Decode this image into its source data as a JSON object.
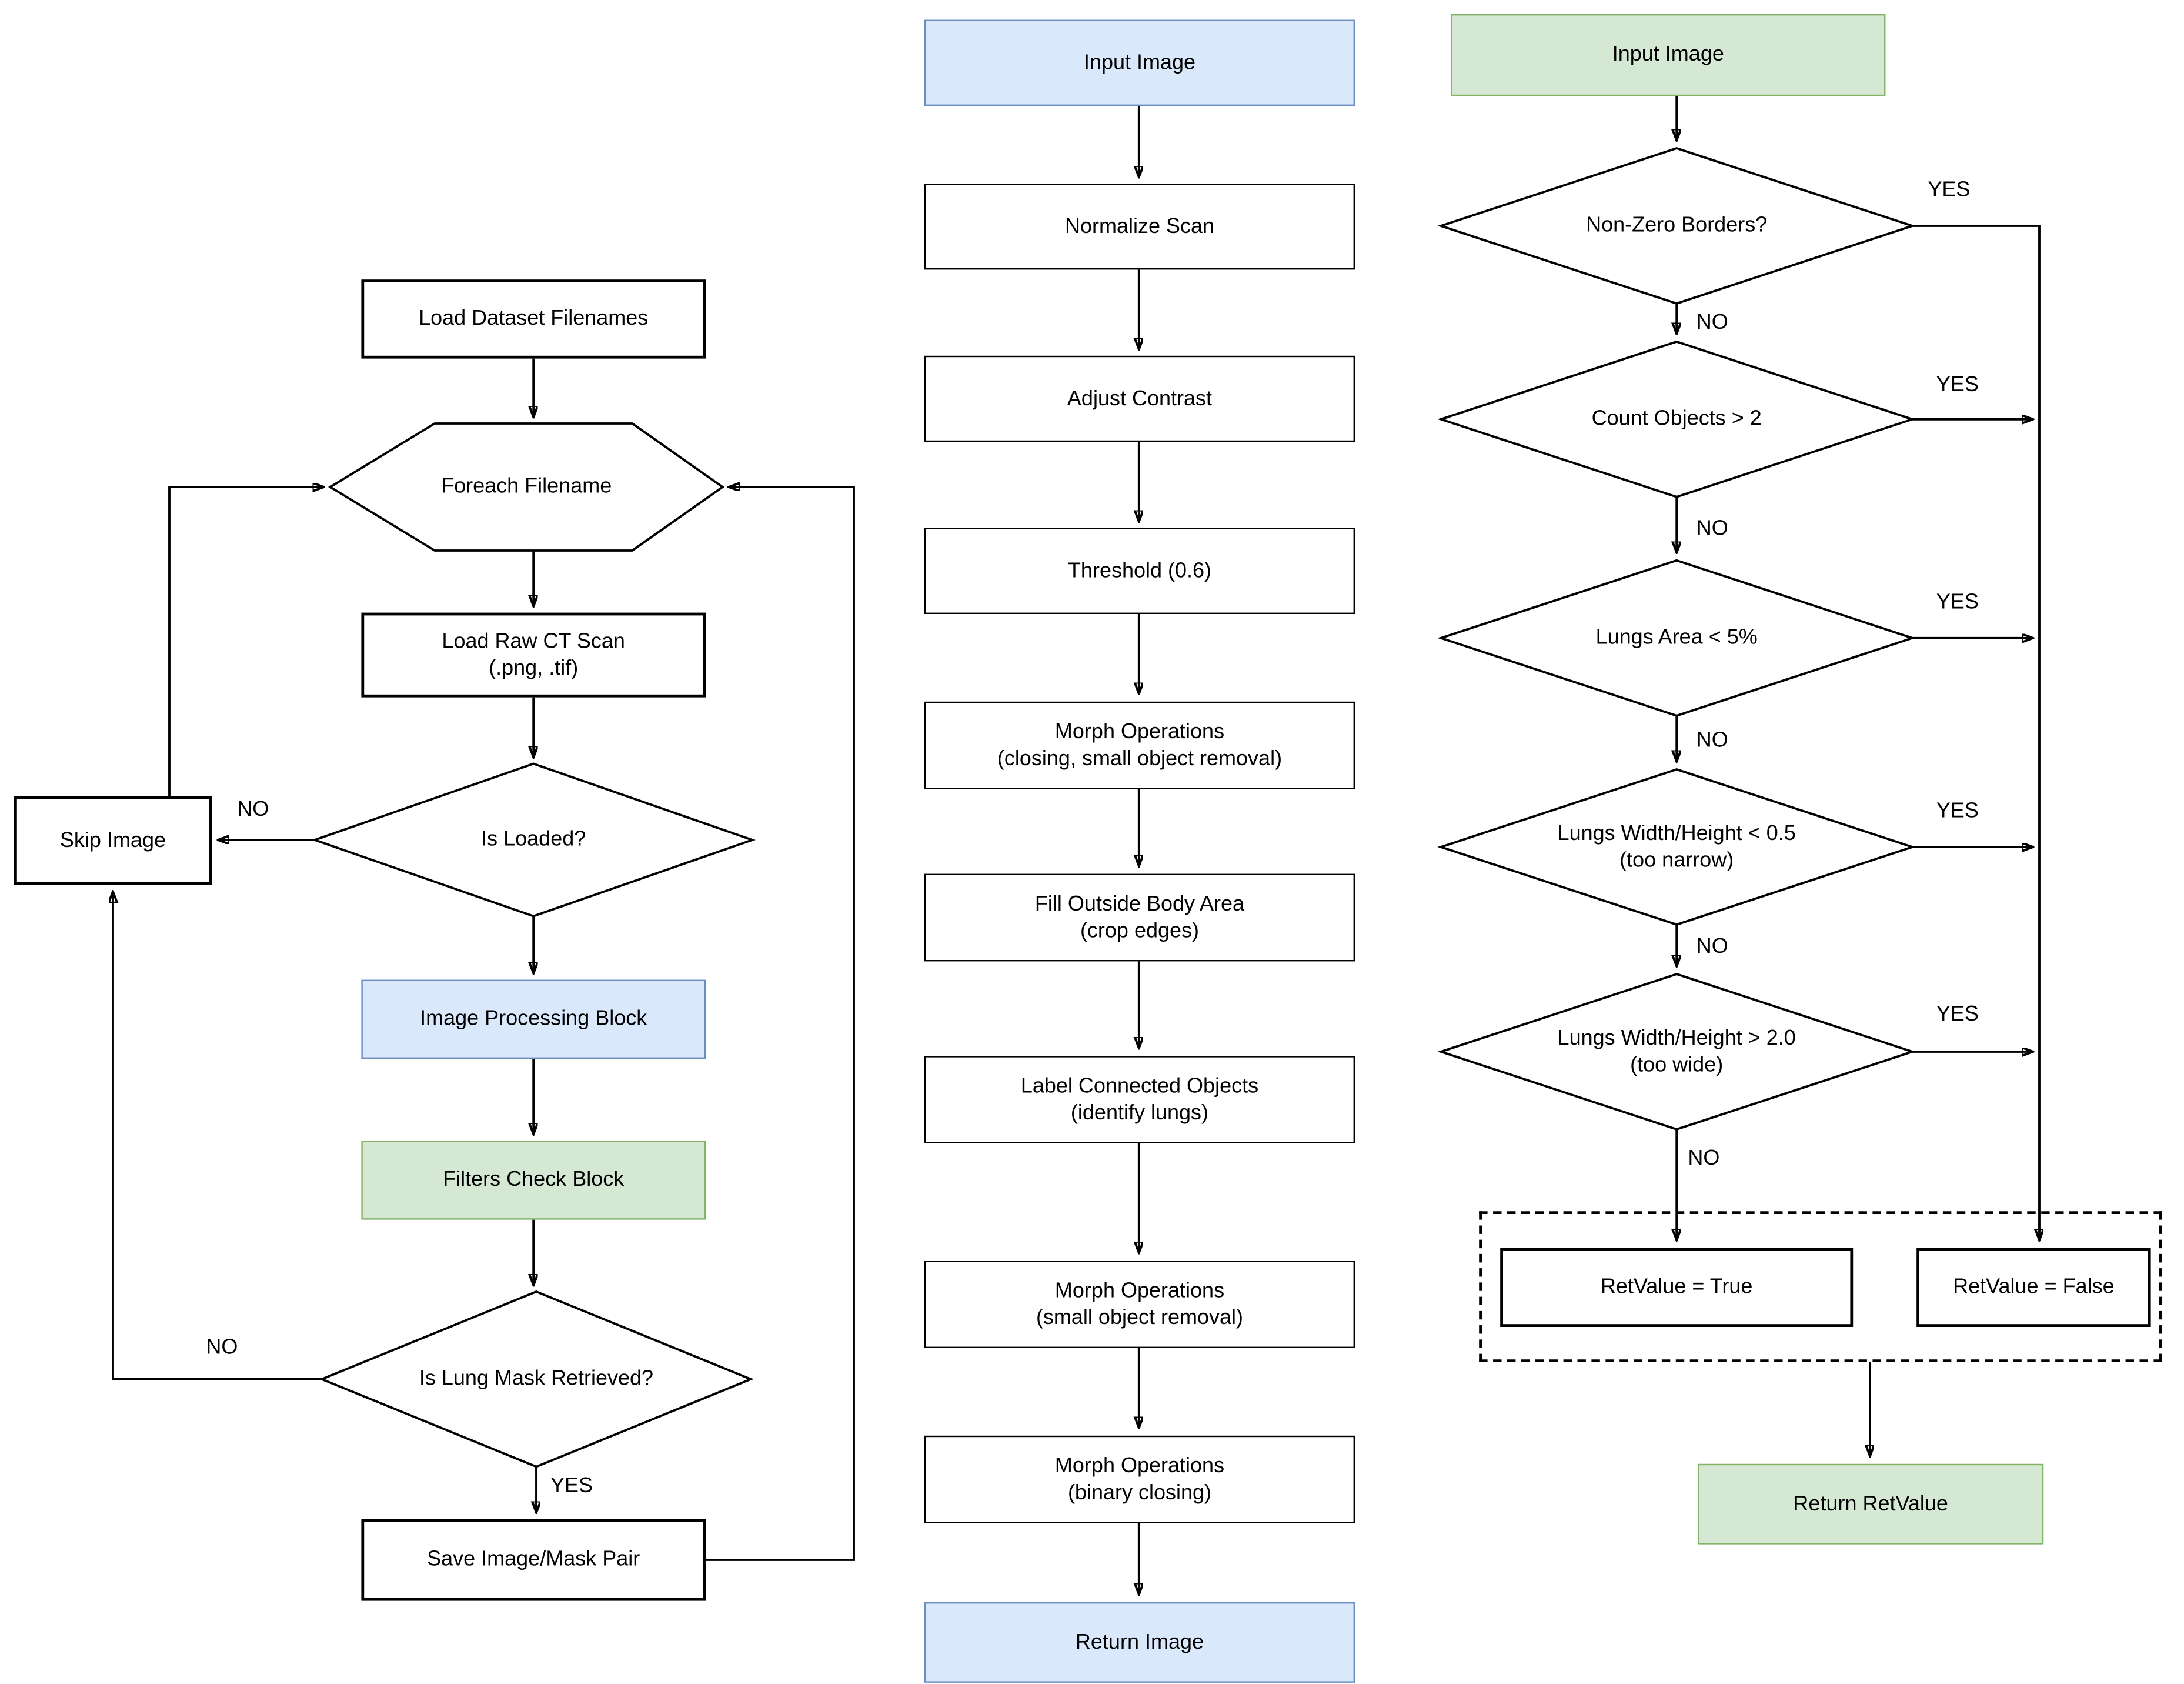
{
  "palette": {
    "blue_fill": "#dae8fc",
    "blue_border": "#6c8ebf",
    "green_fill": "#d5e8d4",
    "green_border": "#82b366",
    "line_color": "#000000",
    "background": "#ffffff"
  },
  "labels": {
    "yes": "YES",
    "no": "NO"
  },
  "left": {
    "load_dataset": "Load Dataset Filenames",
    "foreach": "Foreach Filename",
    "load_raw_1": "Load Raw CT Scan",
    "load_raw_2": "(.png, .tif)",
    "is_loaded": "Is Loaded?",
    "skip": "Skip Image",
    "image_processing": "Image Processing Block",
    "filters_check": "Filters Check Block",
    "is_lung_mask": "Is Lung Mask Retrieved?",
    "save_pair": "Save Image/Mask Pair"
  },
  "middle": {
    "input": "Input Image",
    "normalize": "Normalize Scan",
    "adjust": "Adjust Contrast",
    "threshold": "Threshold (0.6)",
    "morph_close_1": "Morph Operations",
    "morph_close_2": "(closing, small object removal)",
    "fill_outside_1": "Fill Outside Body Area",
    "fill_outside_2": "(crop edges)",
    "label_objects_1": "Label Connected Objects",
    "label_objects_2": "(identify lungs)",
    "morph_small_1": "Morph Operations",
    "morph_small_2": "(small object removal)",
    "morph_binary_1": "Morph Operations",
    "morph_binary_2": "(binary closing)",
    "return_image": "Return Image"
  },
  "right": {
    "input": "Input Image",
    "non_zero": "Non-Zero Borders?",
    "count_objects": "Count Objects > 2",
    "lungs_area": "Lungs Area < 5%",
    "ratio_narrow_1": "Lungs Width/Height < 0.5",
    "ratio_narrow_2": "(too narrow)",
    "ratio_wide_1": "Lungs Width/Height > 2.0",
    "ratio_wide_2": "(too wide)",
    "ret_true": "RetValue = True",
    "ret_false": "RetValue = False",
    "return_retvalue": "Return RetValue"
  }
}
